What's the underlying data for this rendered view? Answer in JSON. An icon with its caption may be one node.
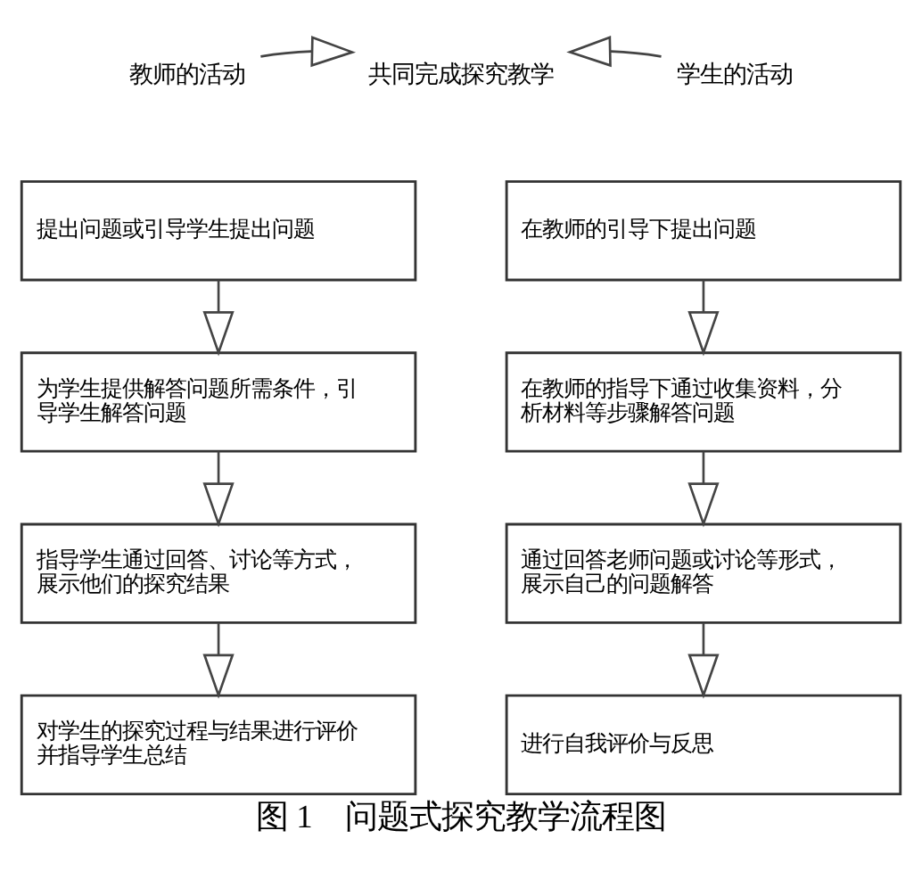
{
  "diagram": {
    "caption": "图 1　问题式探究教学流程图",
    "nodes": [
      {
        "text": [
          "教师的活动"
        ]
      },
      {
        "text": [
          "共同完成探究教学"
        ]
      },
      {
        "text": [
          "学生的活动"
        ]
      },
      {
        "text": [
          "提出问题或引导学生提出问题"
        ]
      },
      {
        "text": [
          "在教师的引导下提出问题"
        ]
      },
      {
        "text": [
          "为学生提供解答问题所需条件，引导学生解答问题"
        ]
      },
      {
        "text": [
          "在教师的指导下通过收集资料，分析材料等步骤解答问题"
        ]
      },
      {
        "text": [
          "指导学生通过回答、讨论等方式，展示他们的探究结果"
        ]
      },
      {
        "text": [
          "通过回答老师问题或讨论等形式，展示自己的问题解答"
        ]
      },
      {
        "text": [
          "对学生的探究过程与结果进行评价并指导学生总结"
        ]
      },
      {
        "text": [
          "进行自我评价与反思"
        ]
      }
    ],
    "edges": [
      {
        "from": 0,
        "to": 1,
        "arrow": "to"
      },
      {
        "from": 2,
        "to": 1,
        "arrow": "to"
      },
      {
        "from": 3,
        "to": 5,
        "arrow": "to"
      },
      {
        "from": 5,
        "to": 7,
        "arrow": "to"
      },
      {
        "from": 7,
        "to": 9,
        "arrow": "to"
      },
      {
        "from": 4,
        "to": 6,
        "arrow": "to"
      },
      {
        "from": 6,
        "to": 8,
        "arrow": "to"
      },
      {
        "from": 8,
        "to": 10,
        "arrow": "to"
      }
    ]
  }
}
